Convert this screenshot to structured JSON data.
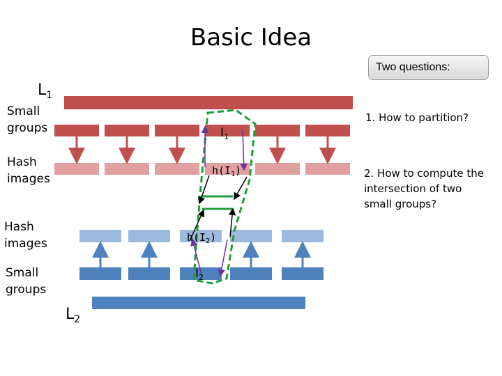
{
  "title": "Basic Idea",
  "questions_button": "Two questions:",
  "labels": {
    "l1_letter": "L",
    "l1_sub": "1",
    "l2_letter": "L",
    "l2_sub": "2",
    "small_groups_top": [
      "Small",
      "groups"
    ],
    "hash_images_top": [
      "Hash",
      "images"
    ],
    "hash_images_bottom": [
      "Hash",
      "images"
    ],
    "small_groups_bottom": [
      "Small",
      "groups"
    ]
  },
  "annotations": {
    "i1": "I",
    "i1_sub": "1",
    "h_i1": "h(I",
    "h_i1_sub": "1",
    "h_i1_close": ")",
    "h_i2": "h(I",
    "h_i2_sub": "2",
    "h_i2_close": ")",
    "i2": "I",
    "i2_sub": "2"
  },
  "questions": {
    "q1": "1. How to partition?",
    "q2": [
      "2. How to compute the",
      "intersection of two",
      "small groups?"
    ]
  },
  "colors": {
    "red_dark": "#c0504d",
    "red_light": "#e0a0a0",
    "blue_dark": "#4f81bd",
    "blue_light": "#9db9dd",
    "green": "#1e9e3a",
    "arrow_black": "#000000",
    "arrow_purple": "#7030a0"
  }
}
